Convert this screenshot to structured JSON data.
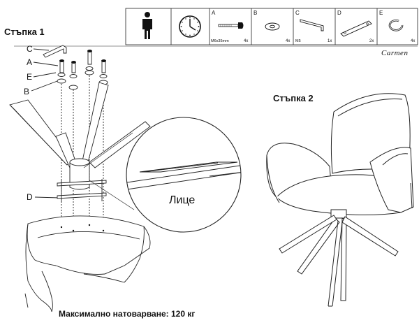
{
  "header": {
    "parts": [
      {
        "letter": "A",
        "size": "M6x35mm",
        "qty": "4x",
        "icon": "bolt-icon"
      },
      {
        "letter": "B",
        "size": "",
        "qty": "4x",
        "icon": "washer-icon"
      },
      {
        "letter": "C",
        "size": "M5",
        "qty": "1x",
        "icon": "allen-key-icon"
      },
      {
        "letter": "D",
        "size": "",
        "qty": "2x",
        "icon": "mounting-plate-icon"
      },
      {
        "letter": "E",
        "size": "",
        "qty": "4x",
        "icon": "spring-washer-icon"
      }
    ],
    "icons": [
      "person-icon",
      "clock-icon"
    ]
  },
  "brand": "Carmen",
  "step1": {
    "title": "Стъпка 1",
    "labels": [
      "C",
      "A",
      "E",
      "B",
      "D"
    ],
    "detail_label": "Лице"
  },
  "step2": {
    "title": "Стъпка 2"
  },
  "max_load": "Максимално натоварване: 120 кг",
  "colors": {
    "line": "#222222",
    "background": "#ffffff"
  }
}
